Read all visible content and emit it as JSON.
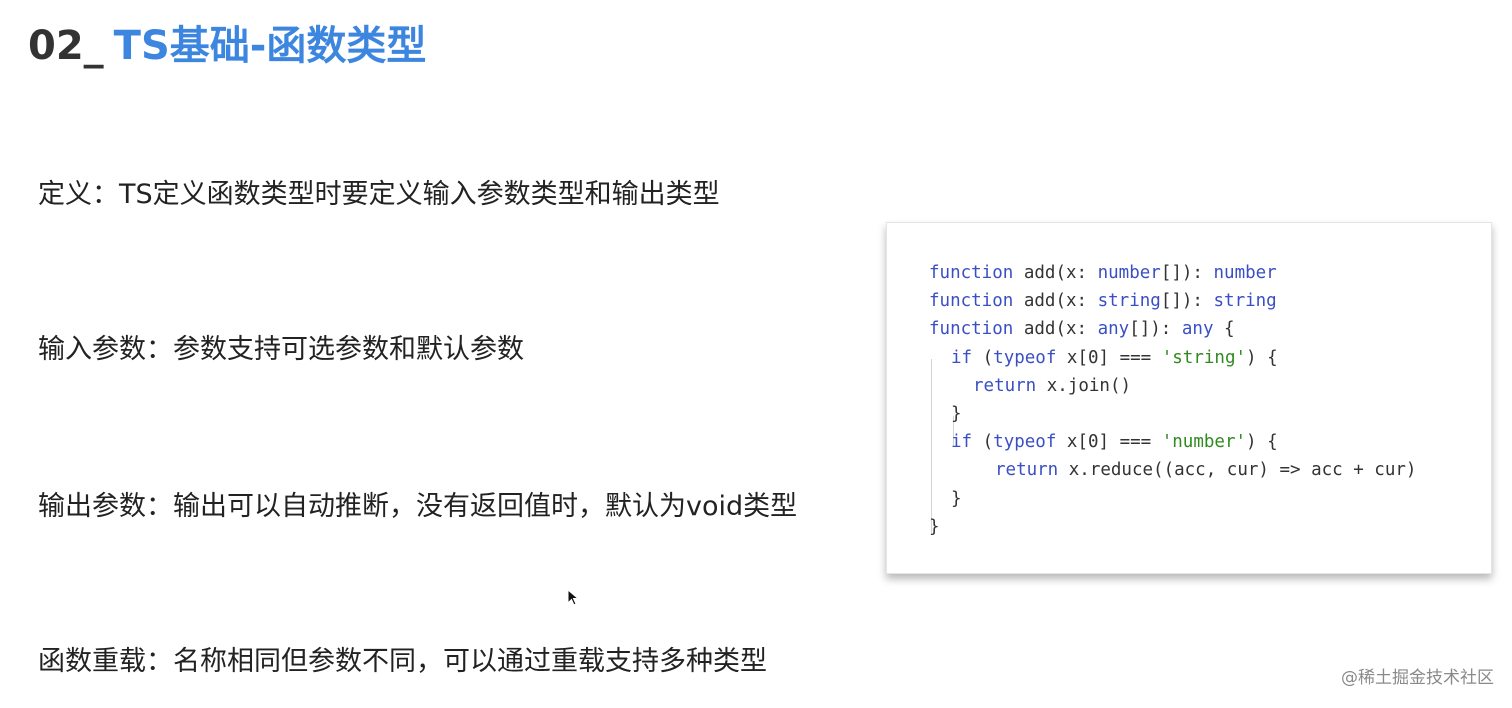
{
  "title": {
    "number": "02_",
    "topic": "TS基础-函数类型"
  },
  "points": {
    "definition": "定义：TS定义函数类型时要定义输入参数类型和输出类型",
    "input_params": "输入参数：参数支持可选参数和默认参数",
    "output_params": "输出参数：输出可以自动推断，没有返回值时，默认为void类型",
    "overload": "函数重载：名称相同但参数不同，可以通过重载支持多种类型"
  },
  "code": {
    "l1": {
      "a": "function",
      "b": " add(x: ",
      "c": "number",
      "d": "[]): ",
      "e": "number"
    },
    "l2": {
      "a": "function",
      "b": " add(x: ",
      "c": "string",
      "d": "[]): ",
      "e": "string"
    },
    "l3": {
      "a": "function",
      "b": " add(x: ",
      "c": "any",
      "d": "[]): ",
      "e": "any",
      "f": " {"
    },
    "l4": {
      "a": "if",
      "b": " (",
      "c": "typeof",
      "d": " x[0] === ",
      "e": "'string'",
      "f": ") {"
    },
    "l5": {
      "a": "return",
      "b": " x.join()"
    },
    "l6": {
      "a": "}"
    },
    "l7": {
      "a": "if",
      "b": " (",
      "c": "typeof",
      "d": " x[0] === ",
      "e": "'number'",
      "f": ") {"
    },
    "l8": {
      "a": "return",
      "b": " x.reduce((acc, cur) => acc + cur)"
    },
    "l9": {
      "a": "}"
    },
    "l10": {
      "a": "}"
    }
  },
  "watermark": "@稀土掘金技术社区",
  "colors": {
    "title_accent": "#3d86e0",
    "keyword": "#3a4fc4",
    "string": "#2f8a1f"
  }
}
